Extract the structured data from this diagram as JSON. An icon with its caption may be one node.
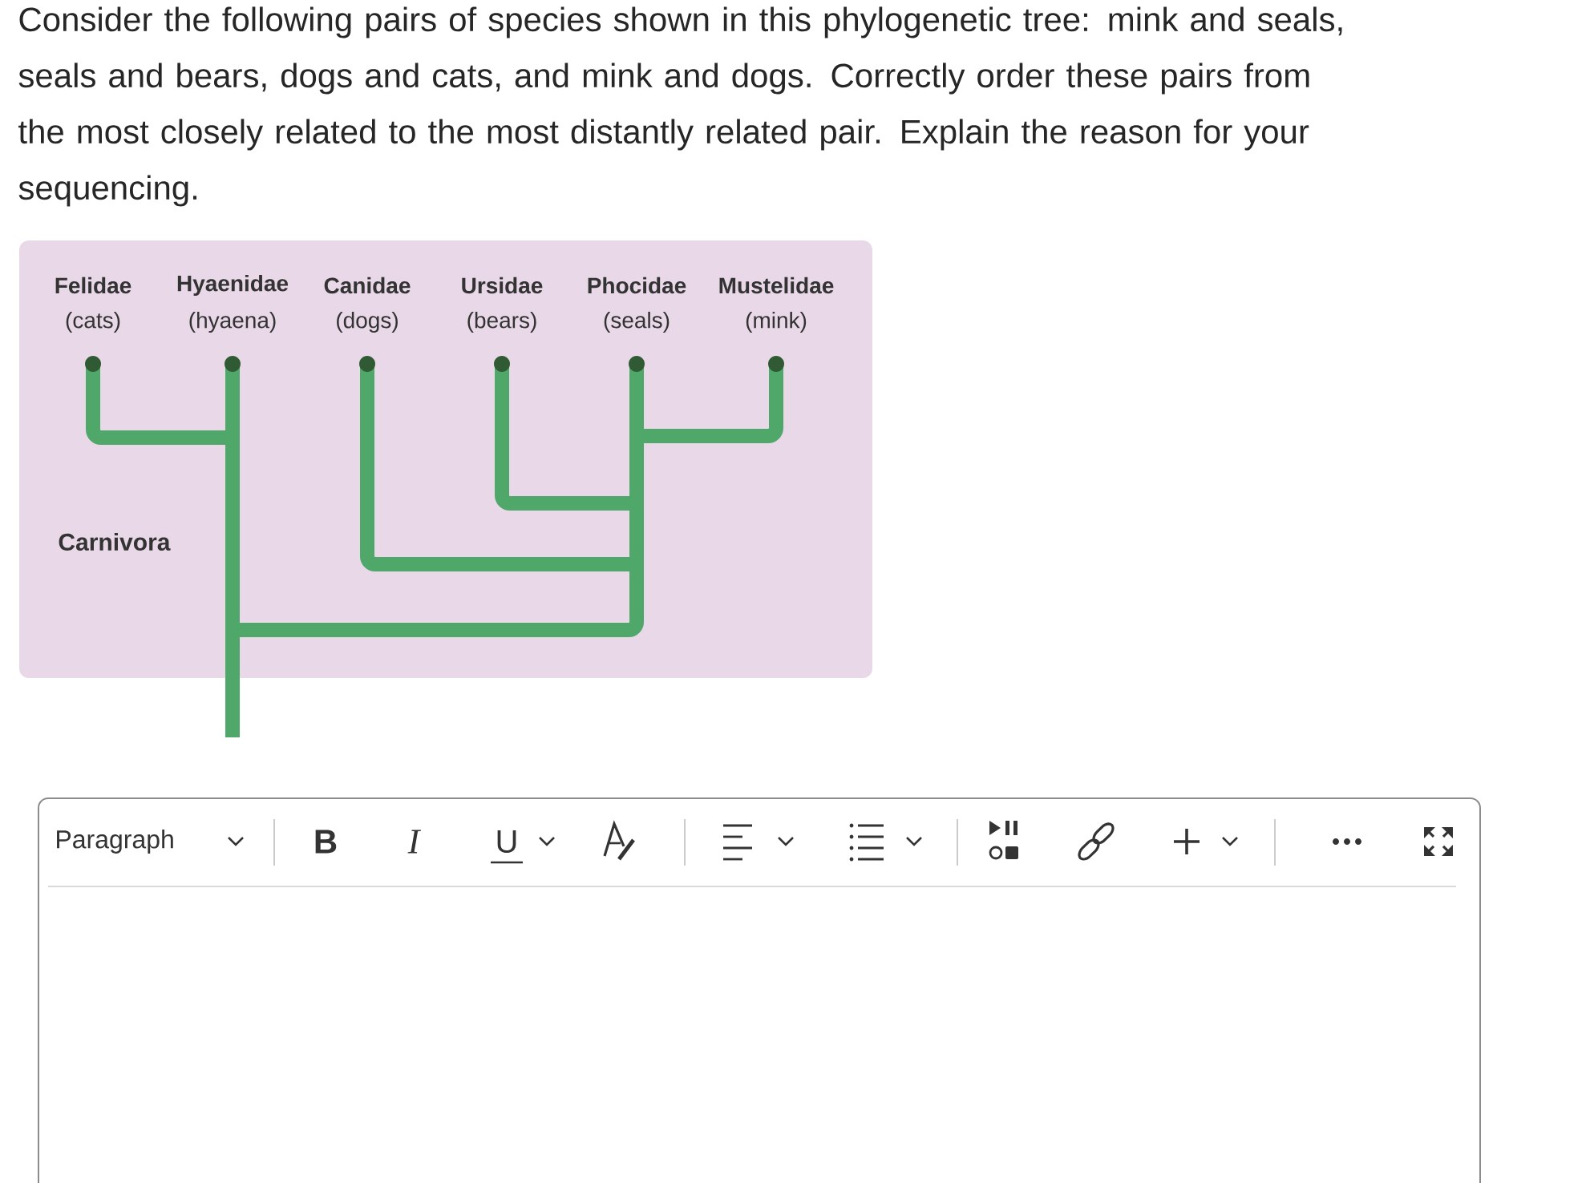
{
  "diagram": {
    "title": "Consider the following pairs of species shown in this phylogenetic tree: mink and seals, seals and bears, dogs and cats, and mink and dogs. Correctly order these pairs from the most closely related to the most distantly related pair. Explain the reason for your sequencing.",
    "labels": [
      "Felidae",
      "(cats)",
      "Hyaenidae",
      "(hyaena)",
      "Canidae",
      "(dogs)",
      "Ursidae",
      "(bears)",
      "Phocidae",
      "(seals)",
      "Mustelidae",
      "(mink)",
      "Carnivora",
      "Paragraph",
      "B",
      "I",
      "U"
    ]
  }
}
